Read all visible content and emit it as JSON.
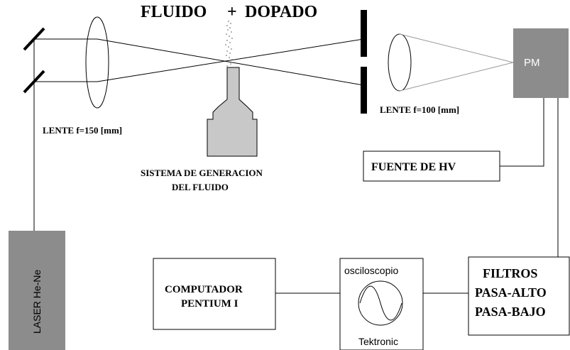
{
  "title": {
    "fluido": "FLUIDO",
    "plus": "+",
    "dopado": "DOPADO"
  },
  "labels": {
    "lente_150": "LENTE f=150 [mm]",
    "lente_100": "LENTE f=100 [mm]",
    "sistema_line1": "SISTEMA DE GENERACION",
    "sistema_line2": "DEL FLUIDO",
    "pm": "PM",
    "fuente": "FUENTE DE HV",
    "laser": "LASER He-Ne",
    "computador_line1": "COMPUTADOR",
    "computador_line2": "PENTIUM I",
    "osciloscopio_top": "osciloscopio",
    "osciloscopio_bottom": "Tektronic",
    "filtros_line1": "FILTROS",
    "filtros_line2": "PASA-ALTO",
    "filtros_line3": "PASA-BAJO"
  },
  "colors": {
    "grey_box": "#8c8c8c",
    "nozzle_fill": "#c8c8c8",
    "line": "#000000",
    "pm_light_lines": "#999999"
  }
}
